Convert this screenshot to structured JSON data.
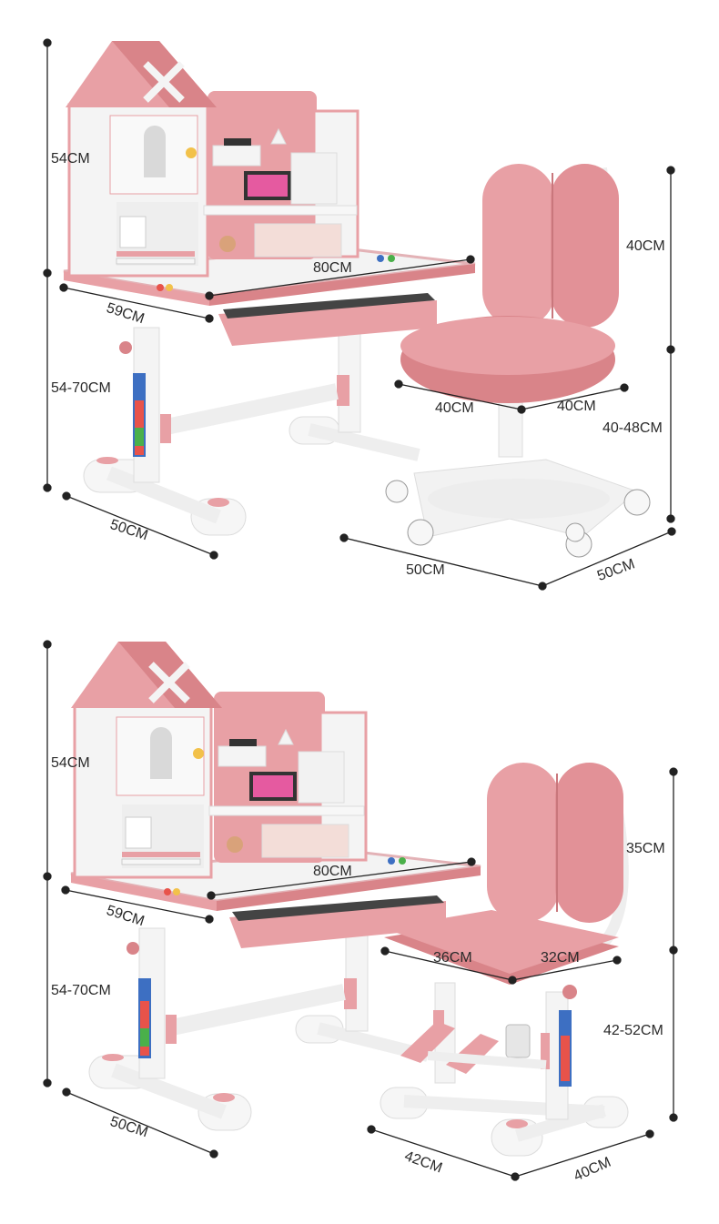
{
  "top": {
    "desk": {
      "hutch_height": "54CM",
      "height_range": "54-70CM",
      "width": "80CM",
      "depth": "59CM",
      "base_depth": "50CM"
    },
    "chair": {
      "back_height": "40CM",
      "seat_depth": "40CM",
      "seat_width": "40CM",
      "seat_height_range": "40-48CM",
      "base_depth": "50CM",
      "base_width": "50CM"
    }
  },
  "bottom": {
    "desk": {
      "hutch_height": "54CM",
      "height_range": "54-70CM",
      "width": "80CM",
      "depth": "59CM",
      "base_depth": "50CM"
    },
    "chair": {
      "back_height": "35CM",
      "seat_depth": "36CM",
      "seat_width": "32CM",
      "seat_height_range": "42-52CM",
      "base_depth": "42CM",
      "base_width": "40CM"
    }
  },
  "colors": {
    "pink": "#e8a0a5",
    "pink_dark": "#d98489",
    "white_panel": "#f2f2f2",
    "dim_line": "#222222"
  }
}
